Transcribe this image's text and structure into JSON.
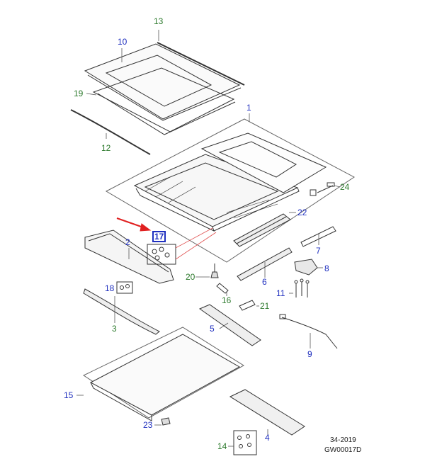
{
  "callouts": {
    "c1": "1",
    "c2": "2",
    "c3": "3",
    "c4": "4",
    "c5": "5",
    "c6": "6",
    "c7": "7",
    "c8": "8",
    "c9": "9",
    "c10": "10",
    "c11": "11",
    "c12": "12",
    "c13": "13",
    "c14": "14",
    "c15": "15",
    "c16": "16",
    "c17": "17",
    "c18": "18",
    "c19": "19",
    "c20": "20",
    "c21": "21",
    "c22": "22",
    "c23": "23",
    "c24": "24"
  },
  "colors": {
    "callout_blue": "#1f2fbf",
    "callout_green": "#2d7a2d",
    "leader_red": "#e05050",
    "arrow_red": "#e02020",
    "line_art": "#333333"
  },
  "footer": {
    "page_ref": "34-2019",
    "drawing_code": "GW00017D"
  }
}
